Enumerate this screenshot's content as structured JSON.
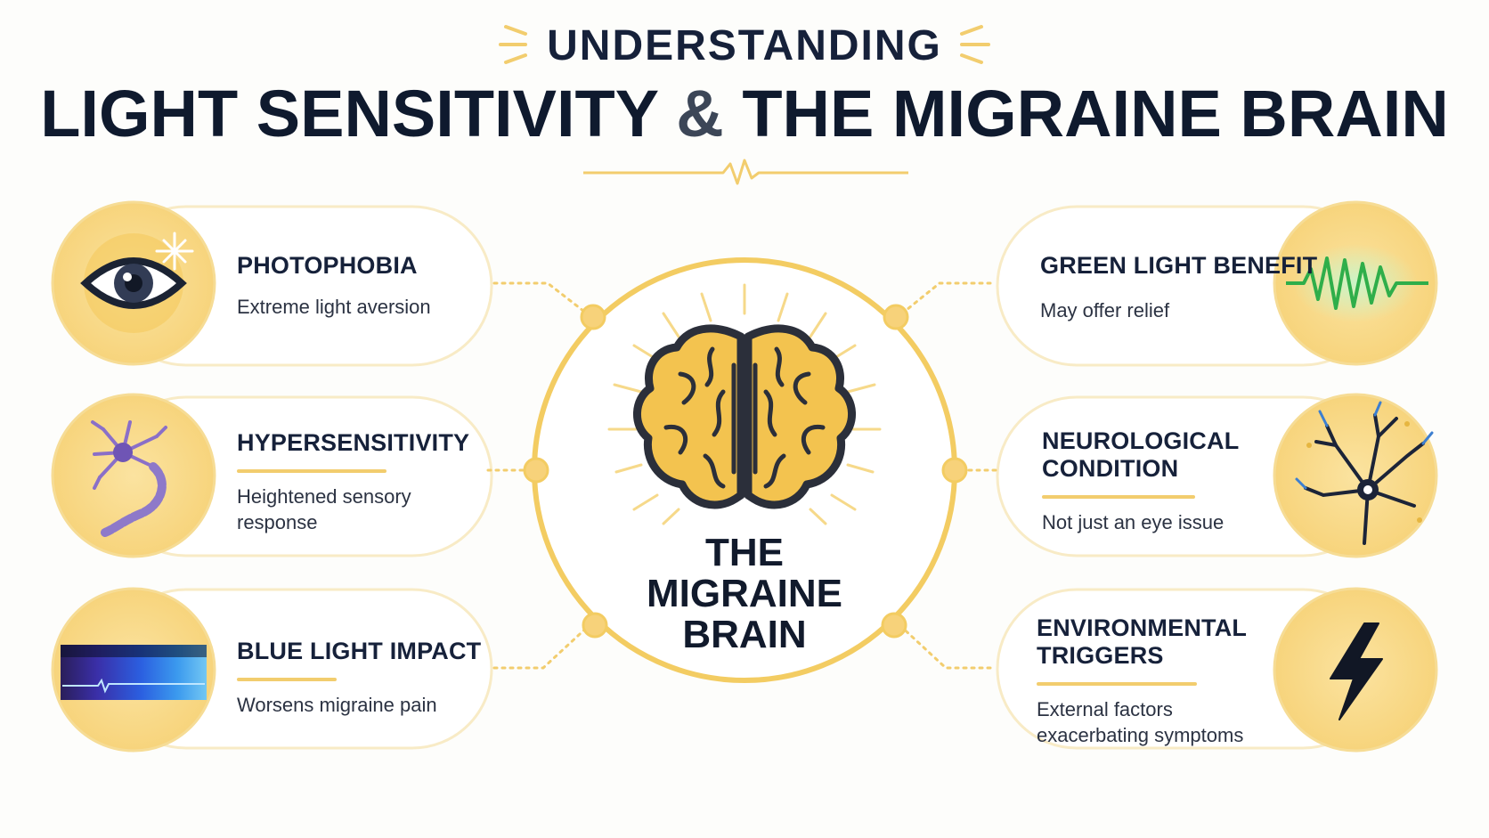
{
  "header": {
    "pretitle": "UNDERSTANDING",
    "title_part1": "LIGHT SENSITIVITY",
    "title_amp": "&",
    "title_part2": "THE MIGRAINE BRAIN"
  },
  "center": {
    "title_lines": [
      "THE",
      "MIGRAINE",
      "BRAIN"
    ],
    "icon": "brain-icon"
  },
  "cards_left": [
    {
      "title_lines": [
        "PHOTOPHOBIA"
      ],
      "desc_lines": [
        "Extreme light aversion"
      ],
      "icon": "eye-icon"
    },
    {
      "title_lines": [
        "HYPERSENSITIVITY"
      ],
      "desc_lines": [
        "Heightened sensory",
        "response"
      ],
      "icon": "neuron-icon"
    },
    {
      "title_lines": [
        "BLUE LIGHT IMPACT"
      ],
      "desc_lines": [
        "Worsens migraine pain"
      ],
      "icon": "blue-spectrum-icon"
    }
  ],
  "cards_right": [
    {
      "title_lines": [
        "GREEN LIGHT BENEFIT"
      ],
      "desc_lines": [
        "May offer relief"
      ],
      "icon": "green-wave-icon"
    },
    {
      "title_lines": [
        "NEUROLOGICAL",
        "CONDITION"
      ],
      "desc_lines": [
        "Not just an eye issue"
      ],
      "icon": "nerve-cell-icon"
    },
    {
      "title_lines": [
        "ENVIRONMENTAL",
        "TRIGGERS"
      ],
      "desc_lines": [
        "External factors",
        "exacerbating symptoms"
      ],
      "icon": "lightning-bolt-icon"
    }
  ],
  "colors": {
    "accent_yellow": "#f2cd6e",
    "circle_fill": "#fbe3a0",
    "brain_fill": "#f3c34f",
    "brain_outline": "#2b2f3a",
    "text_dark": "#16213a"
  }
}
